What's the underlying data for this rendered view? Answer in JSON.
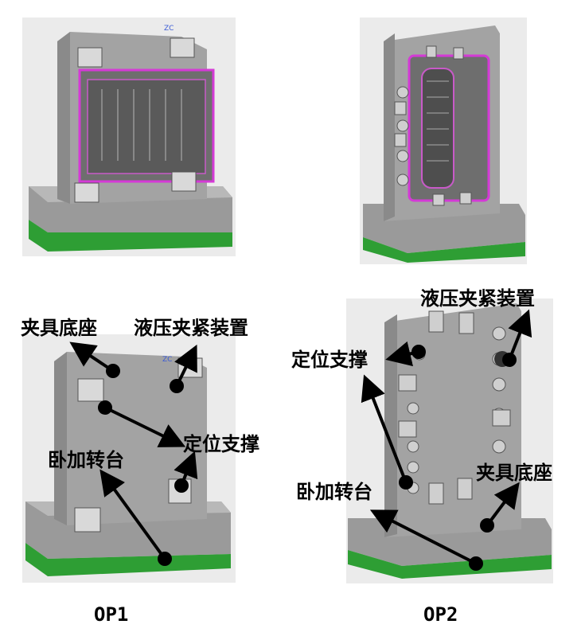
{
  "colors": {
    "background": "#ebebeb",
    "fixture_gray": "#a7a7a7",
    "base_green": "#2e9e34",
    "part_outline": "#d43ad6",
    "arrow": "#000000"
  },
  "views": {
    "op1_top": {
      "axis_label": "ZC"
    },
    "op1_bottom": {
      "axis_label": "ZC"
    }
  },
  "labels": {
    "fixture_base": "夹具底座",
    "hydraulic_clamp": "液压夹紧装置",
    "positioning_support": "定位支撑",
    "horizontal_rotary_table": "卧加转台"
  },
  "captions": {
    "op1": "OP1",
    "op2": "OP2"
  }
}
